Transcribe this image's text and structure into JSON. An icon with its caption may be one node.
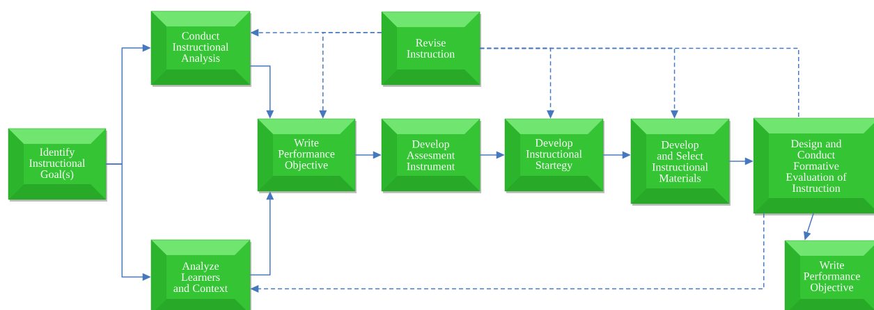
{
  "diagram": {
    "nodes": [
      {
        "text": [
          "Identify Instructional Goal(s)"
        ]
      },
      {
        "text": [
          "Conduct Instructional Analysis"
        ]
      },
      {
        "text": [
          "Revise Instruction"
        ]
      },
      {
        "text": [
          "Write Performance Objective"
        ]
      },
      {
        "text": [
          "Develop Assesment Instrument"
        ]
      },
      {
        "text": [
          "Develop Instructional Startegy"
        ]
      },
      {
        "text": [
          "Develop and Select Instructional Materials"
        ]
      },
      {
        "text": [
          "Design and Conduct Formative Evaluation of Instruction"
        ]
      },
      {
        "text": [
          "Analyze Learners and Context"
        ]
      },
      {
        "text": [
          "Write Performance Objective"
        ]
      }
    ],
    "edges": [
      {
        "from": 0,
        "to": 1,
        "arrow": "to"
      },
      {
        "from": 0,
        "to": 8,
        "arrow": "to"
      },
      {
        "from": 1,
        "to": 3,
        "arrow": "to"
      },
      {
        "from": 8,
        "to": 3,
        "arrow": "to"
      },
      {
        "from": 3,
        "to": 4,
        "arrow": "to"
      },
      {
        "from": 4,
        "to": 5,
        "arrow": "to"
      },
      {
        "from": 5,
        "to": 6,
        "arrow": "to"
      },
      {
        "from": 6,
        "to": 7,
        "arrow": "to"
      },
      {
        "from": 7,
        "to": 9,
        "arrow": "to"
      },
      {
        "from": 2,
        "to": 1,
        "arrow": "to",
        "style": "dashed"
      },
      {
        "from": 2,
        "to": 3,
        "arrow": "to",
        "style": "dashed"
      },
      {
        "from": 2,
        "to": 5,
        "arrow": "to",
        "style": "dashed"
      },
      {
        "from": 2,
        "to": 6,
        "arrow": "to",
        "style": "dashed"
      },
      {
        "from": 2,
        "to": 7,
        "arrow": "none",
        "style": "dashed"
      },
      {
        "from": 7,
        "to": 8,
        "arrow": "to",
        "style": "dashed"
      }
    ]
  }
}
